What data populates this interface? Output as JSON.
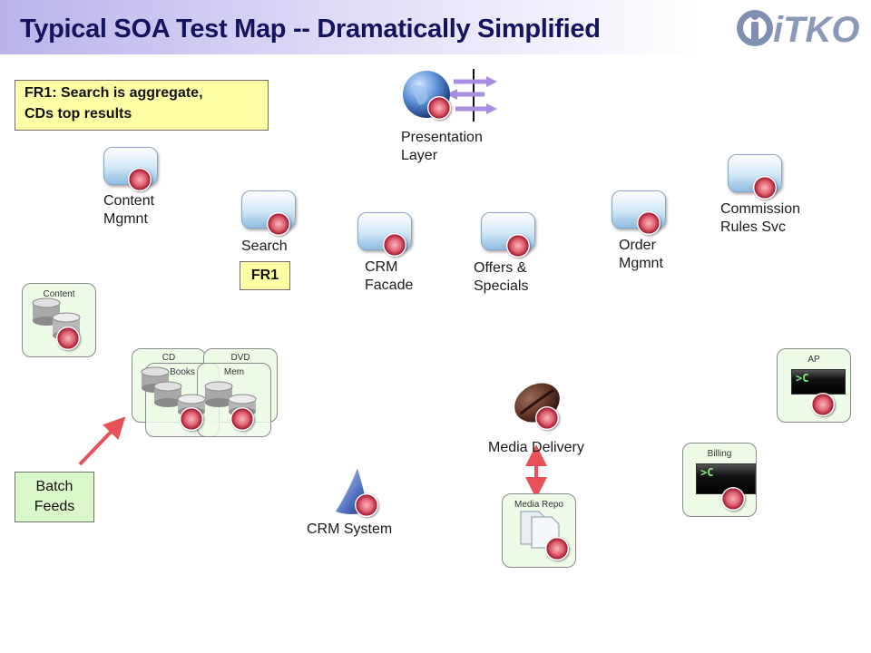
{
  "title": "Typical SOA Test Map -- Dramatically Simplified",
  "logo_text": "iTKO",
  "notes": {
    "fr1_description": [
      "FR1: Search is aggregate,",
      "CDs top results"
    ],
    "fr1_tag": "FR1",
    "batch_feeds": [
      "Batch",
      "Feeds"
    ]
  },
  "services": {
    "presentation": [
      "Presentation",
      "Layer"
    ],
    "content_mgmt": [
      "Content",
      "Mgmnt"
    ],
    "search": [
      "Search"
    ],
    "crm_facade": [
      "CRM",
      "Facade"
    ],
    "offers_specials": [
      "Offers &",
      "Specials"
    ],
    "order_mgmt": [
      "Order",
      "Mgmnt"
    ],
    "commission_rules": [
      "Commission",
      "Rules Svc"
    ],
    "media_delivery": [
      "Media Delivery"
    ],
    "crm_system": [
      "CRM System"
    ]
  },
  "panels": {
    "content": "Content",
    "cd": "CD",
    "dvd": "DVD",
    "books": "Books",
    "mem": "Mem",
    "ap": "AP",
    "billing": "Billing",
    "media_repo": "Media Repo"
  },
  "terminal_prompt": ">C",
  "colors": {
    "title": "#13135e",
    "note_yellow": "#ffffa6",
    "panel_green": "#eefbe7",
    "batch_green": "#d9f7c8",
    "arrow_red": "#e8505a"
  }
}
